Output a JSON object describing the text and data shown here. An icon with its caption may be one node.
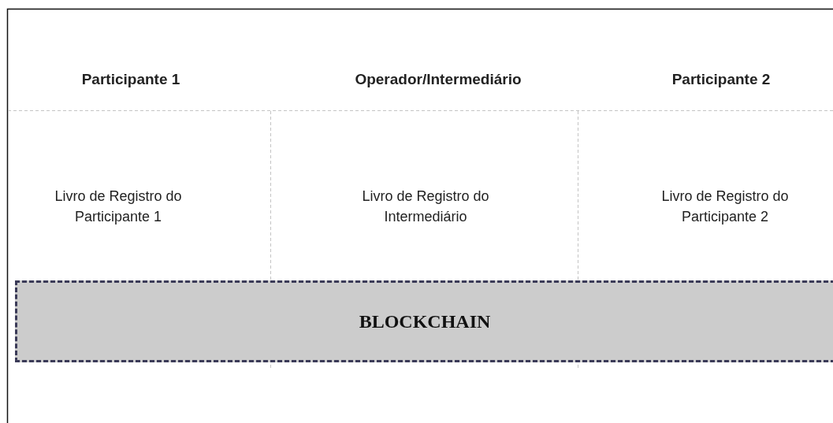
{
  "diagram": {
    "nodes": [
      {
        "text": [
          "BLOCKCHAIN"
        ]
      }
    ],
    "labels": [
      "Participante 1",
      "Operador/Intermediário",
      "Participante 2",
      "Livro de Registro do Participante 1",
      "Livro de Registro do Intermediário",
      "Livro de Registro do Participante 2"
    ]
  }
}
